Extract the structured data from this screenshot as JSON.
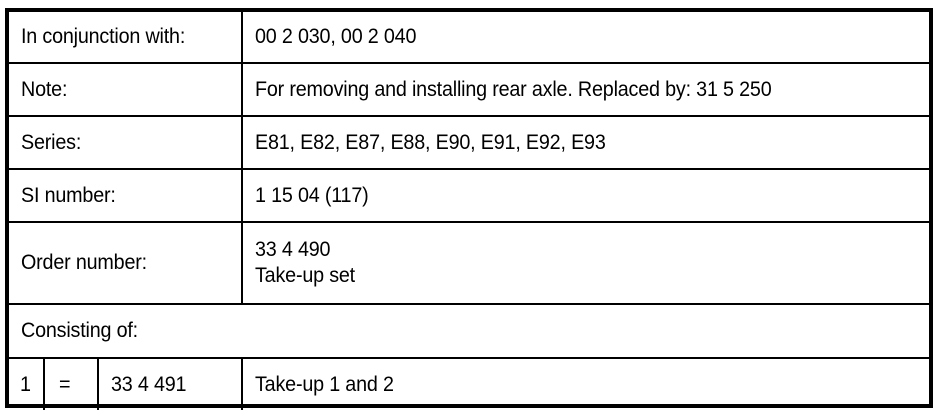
{
  "table": {
    "rows": [
      {
        "label": "In conjunction with:",
        "value": "00 2 030, 00 2 040"
      },
      {
        "label": "Note:",
        "value": "For removing and installing rear axle. Replaced by: 31 5 250"
      },
      {
        "label": "Series:",
        "value": "E81, E82, E87, E88, E90, E91, E92, E93"
      },
      {
        "label": "SI number:",
        "value": "1 15 04 (117)"
      },
      {
        "label": "Order number:",
        "value_line1": "33 4 490",
        "value_line2": "Take-up set"
      }
    ],
    "consisting_of_label": "Consisting of:",
    "parts": [
      {
        "quantity": "1",
        "equals": "=",
        "part_number": "33 4 491",
        "description": "Take-up 1 and 2"
      }
    ]
  },
  "colors": {
    "border": "#000000",
    "text": "#000000",
    "background": "#ffffff"
  }
}
